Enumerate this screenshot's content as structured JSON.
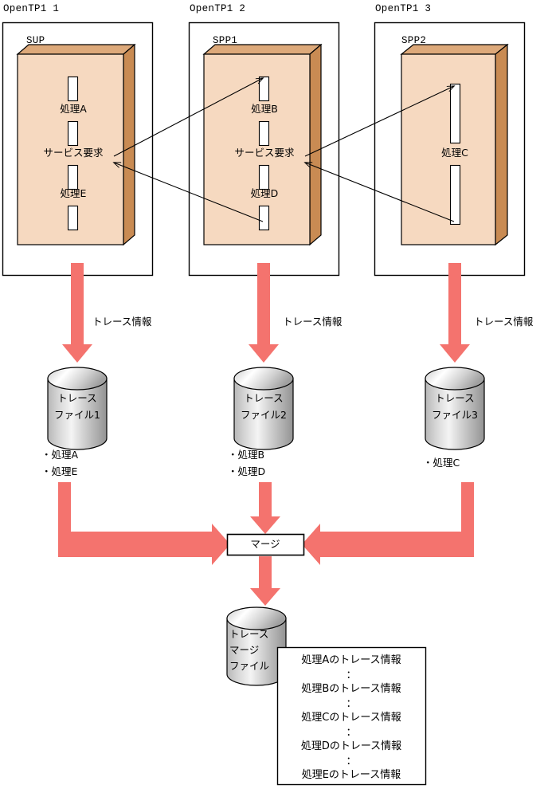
{
  "diagram": {
    "title": "OpenTP1 trace merge diagram",
    "colors": {
      "box_face": "#f6d9c0",
      "box_side": "#c98b53",
      "box_top": "#dda97a",
      "arrow_red": "#f4736e",
      "cylinder_light": "#f2f2f2",
      "cylinder_dark": "#9a9a9a",
      "outline": "#000000"
    }
  },
  "nodes": [
    {
      "id": "node1",
      "system_label": "OpenTP1 1",
      "process_label": "SUP",
      "slots": [
        "処理A",
        "サービス要求",
        "処理E"
      ]
    },
    {
      "id": "node2",
      "system_label": "OpenTP1 2",
      "process_label": "SPP1",
      "slots": [
        "処理B",
        "サービス要求",
        "処理D"
      ]
    },
    {
      "id": "node3",
      "system_label": "OpenTP1 3",
      "process_label": "SPP2",
      "slots": [
        "処理C"
      ]
    }
  ],
  "trace_flows": [
    {
      "arrow_label": "トレース情報",
      "file_name_line1": "トレース",
      "file_name_line2": "ファイル1",
      "contents": [
        "・処理A",
        "・処理E"
      ]
    },
    {
      "arrow_label": "トレース情報",
      "file_name_line1": "トレース",
      "file_name_line2": "ファイル2",
      "contents": [
        "・処理B",
        "・処理D"
      ]
    },
    {
      "arrow_label": "トレース情報",
      "file_name_line1": "トレース",
      "file_name_line2": "ファイル3",
      "contents": [
        "・処理C"
      ]
    }
  ],
  "merge": {
    "label": "マージ"
  },
  "merge_file": {
    "name_lines": [
      "トレース",
      "マージ",
      "ファイル"
    ]
  },
  "merge_detail": {
    "lines": [
      "処理Aのトレース情報",
      "：",
      "処理Bのトレース情報",
      "：",
      "処理Cのトレース情報",
      "：",
      "処理Dのトレース情報",
      "：",
      "処理Eのトレース情報"
    ]
  }
}
